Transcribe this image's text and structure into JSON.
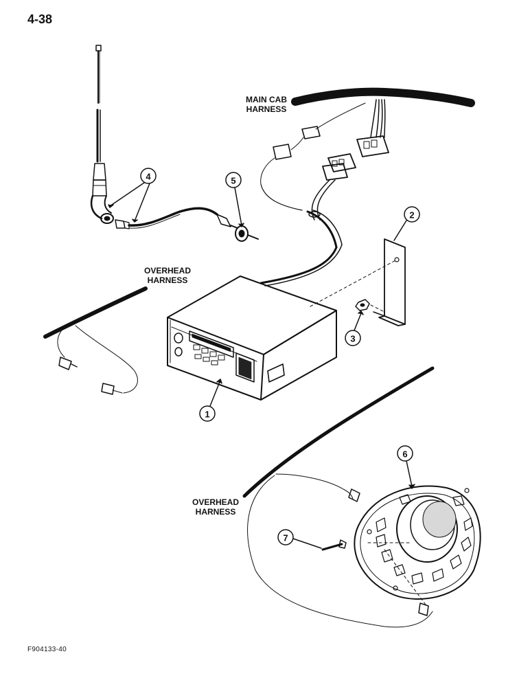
{
  "page_number": "4-38",
  "figure_id": "F904133-40",
  "labels": {
    "main_cab_line1": "MAIN CAB",
    "main_cab_line2": "HARNESS",
    "overhead_top_line1": "OVERHEAD",
    "overhead_top_line2": "HARNESS",
    "overhead_bottom_line1": "OVERHEAD",
    "overhead_bottom_line2": "HARNESS"
  },
  "callouts": [
    "1",
    "2",
    "3",
    "4",
    "5",
    "6",
    "7"
  ]
}
